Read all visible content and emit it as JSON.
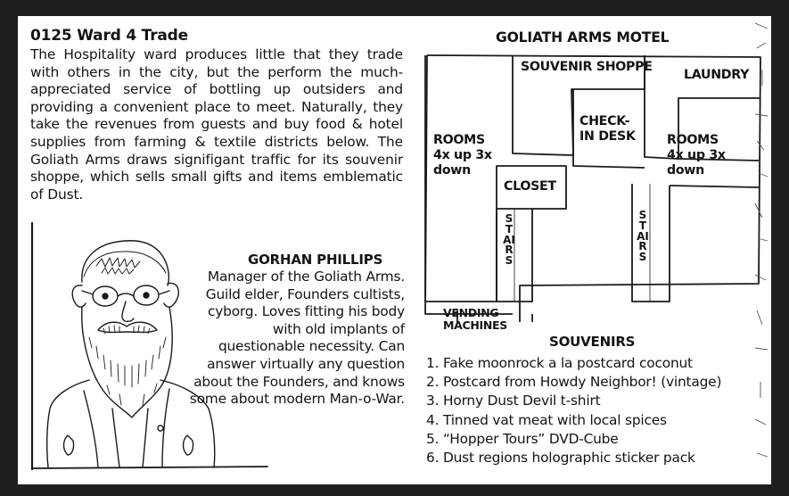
{
  "intro": {
    "heading": "0125 Ward 4 Trade",
    "body": "The Hospitality ward produces little that they trade with others in the city, but the perform the much-appreciated service of bottling up outsiders and providing a convenient place to meet. Naturally, they take the revenues from guests and buy food & hotel supplies from farming & textile districts below. The Goliath Arms draws signifigant traffic for its souvenir shoppe, which sells small gifts and items emblematic of Dust."
  },
  "npc": {
    "name": "GORHAN PHILLIPS",
    "description": "Manager of the Goliath Arms. Guild elder, Founders cultists, cyborg. Loves fitting his body with old implants of questionable necessity. Can answer virtually any question about the Founders, and knows some about modern Man-o-War."
  },
  "map": {
    "title": "GOLIATH ARMS MOTEL",
    "labels": {
      "souvenir_shoppe": "SOUVENIR SHOPPE",
      "laundry": "LAUNDRY",
      "check_in_desk": "CHECK- IN DESK",
      "rooms_left": "ROOMS 4x up 3x down",
      "rooms_right": "ROOMS 4x up 3x down",
      "closet": "CLOSET",
      "stairs_left": "STAIRS",
      "stairs_right": "STAIRS",
      "vending_machines": "VENDING MACHINES"
    }
  },
  "souvenirs": {
    "title": "SOUVENIRS",
    "items": [
      "1. Fake moonrock a la postcard coconut",
      "2. Postcard from Howdy Neighbor! (vintage)",
      "3. Horny Dust Devil t-shirt",
      "4. Tinned vat meat with local spices",
      "5. “Hopper Tours” DVD-Cube",
      "6. Dust regions holographic sticker pack"
    ]
  }
}
